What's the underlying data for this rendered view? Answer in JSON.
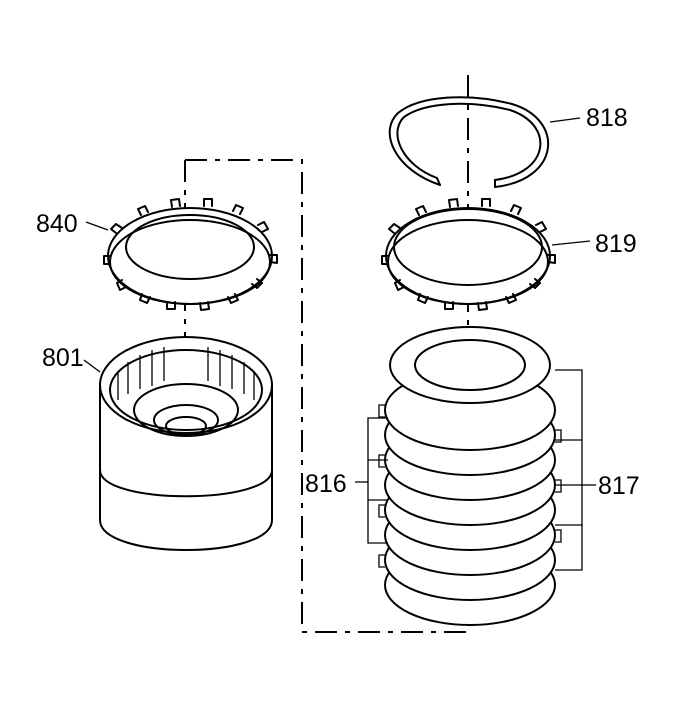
{
  "callouts": {
    "snap_ring": "818",
    "backing_plate": "819",
    "backing_plate_left": "840",
    "housing": "801",
    "steel_plates": "816",
    "fiber_plates": "817"
  },
  "parts": [
    {
      "icon": "snap-ring-icon",
      "callout": "818"
    },
    {
      "icon": "splined-plate-icon",
      "callout": "819"
    },
    {
      "icon": "splined-plate-icon",
      "callout": "840"
    },
    {
      "icon": "clutch-housing-icon",
      "callout": "801"
    },
    {
      "icon": "clutch-pack-icon",
      "callout": "816"
    },
    {
      "icon": "clutch-pack-icon",
      "callout": "817"
    }
  ]
}
